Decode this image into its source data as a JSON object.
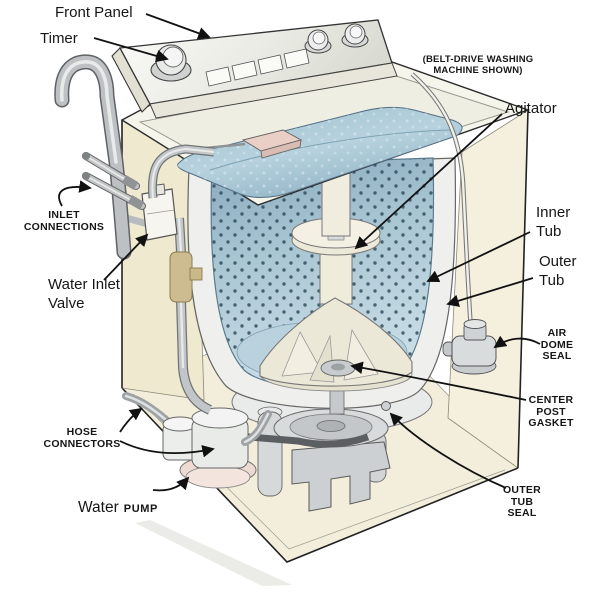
{
  "diagram": {
    "note": "(BELT-DRIVE WASHING\nMACHINE SHOWN)",
    "labels": {
      "front_panel": "Front Panel",
      "timer": "Timer",
      "agitator": "Agitator",
      "inlet_connections": "INLET\nCONNECTIONS",
      "water_inlet_valve": "Water Inlet\nValve",
      "inner_tub": "Inner\nTub",
      "outer_tub": "Outer\nTub",
      "air_dome_seal": "AIR\nDOME\nSEAL",
      "center_post_gasket": "CENTER\nPOST\nGASKET",
      "outer_tub_seal": "OUTER\nTUB\nSEAL",
      "hose_connectors": "HOSE\nCONNECTORS",
      "water_pump_word": "Water",
      "water_pump_caps": "PUMP"
    },
    "colors": {
      "background": "#ffffff",
      "cabinet": "#f2eed9",
      "cabinet_shade": "#e4dfc4",
      "tub_blue": "#b7d0dc",
      "tub_blue_dark": "#8aaabd",
      "metal_gray": "#bcc0c2",
      "pump_pink": "#ecd8d0",
      "label_text": "#161616"
    }
  }
}
